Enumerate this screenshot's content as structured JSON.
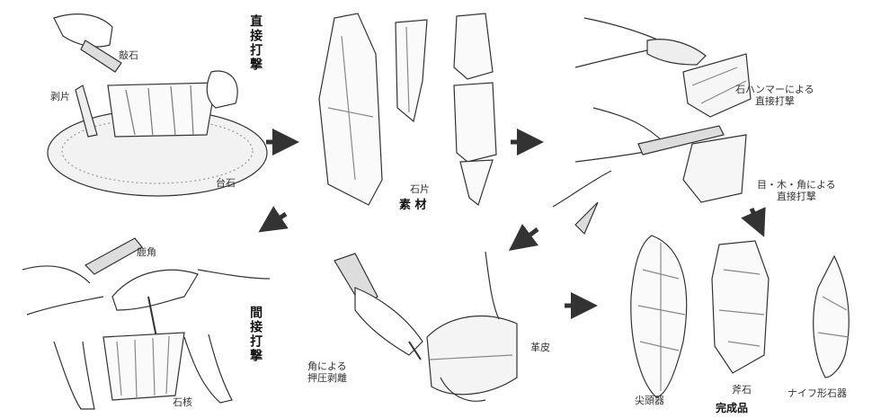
{
  "labels": {
    "hammerstone": "敲石",
    "flake_left": "剥片",
    "anvil": "台石",
    "direct_percussion": "直接打撃",
    "flake_center": "石片",
    "blank": "素 材",
    "stone_hammer_knapping": [
      "石ハンマーによる",
      "直接打撃"
    ],
    "antler_knapping": [
      "目・木・角による",
      "直接打撃"
    ],
    "deer_antler": "鹿角",
    "indirect_percussion": "間接打撃",
    "core": "石核",
    "pressure_flaking": [
      "角による",
      "押圧剥離"
    ],
    "leather_pad": "革皮",
    "ovate_tool": "尖頭器",
    "axe_tool": "斧石",
    "blade_tool": "ナイフ形石器",
    "finished_products": "完成品"
  }
}
